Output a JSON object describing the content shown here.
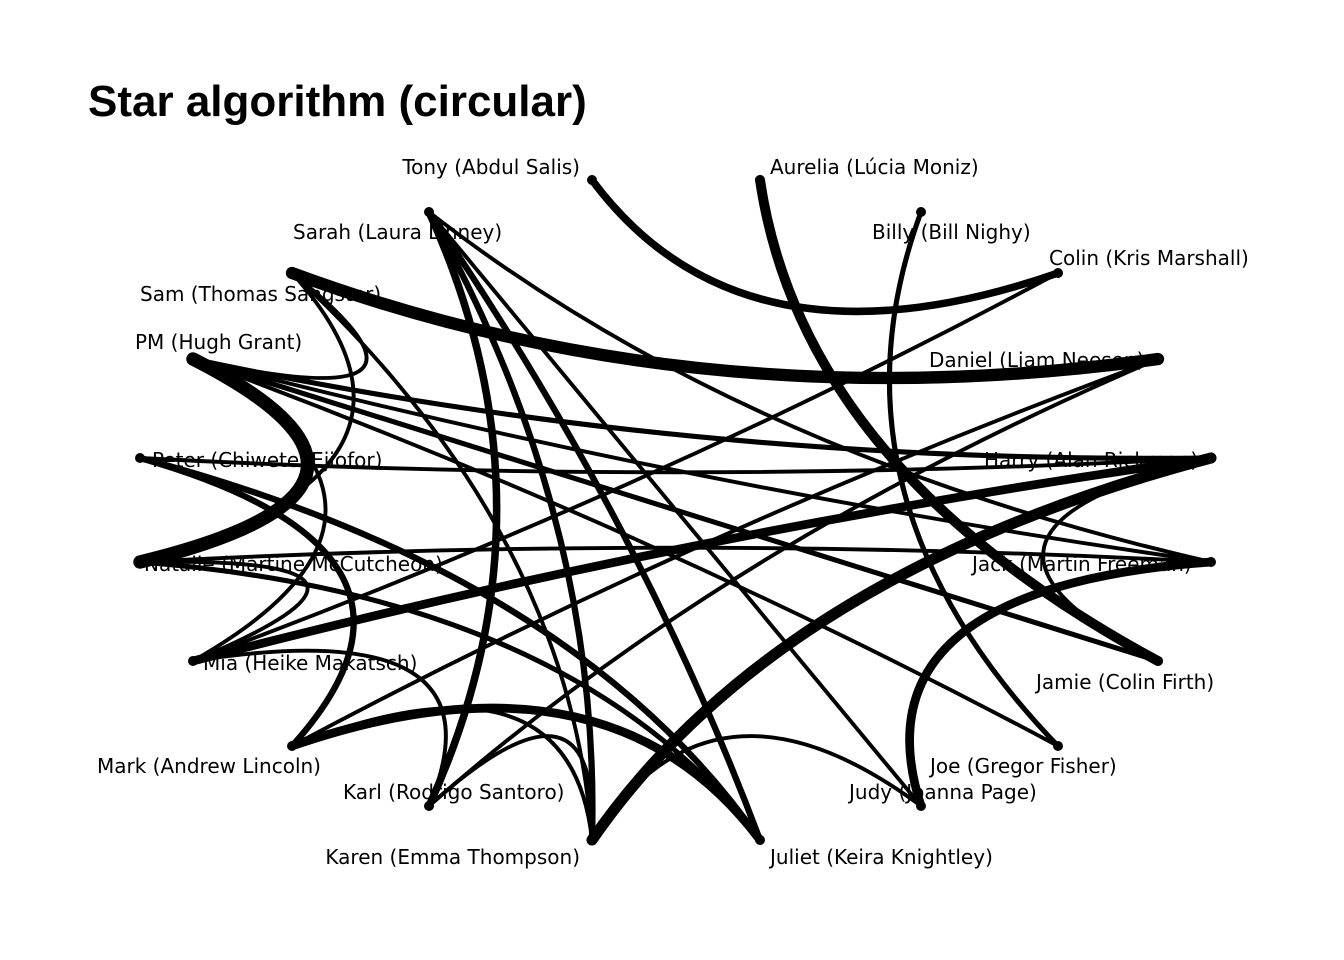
{
  "title": "Star algorithm (circular)",
  "colors": {
    "edge": "#000000",
    "node": "#000000",
    "background": "#ffffff"
  },
  "nodes": [
    {
      "id": "tony",
      "label": "Tony (Abdul Salis)"
    },
    {
      "id": "aurelia",
      "label": "Aurelia (Lúcia Moniz)"
    },
    {
      "id": "billy",
      "label": "Billy (Bill Nighy)"
    },
    {
      "id": "colin",
      "label": "Colin (Kris Marshall)"
    },
    {
      "id": "daniel",
      "label": "Daniel (Liam Neeson)"
    },
    {
      "id": "harry",
      "label": "Harry (Alan Rickman)"
    },
    {
      "id": "jack",
      "label": "Jack (Martin Freeman)"
    },
    {
      "id": "jamie",
      "label": "Jamie (Colin Firth)"
    },
    {
      "id": "joe",
      "label": "Joe (Gregor Fisher)"
    },
    {
      "id": "judy",
      "label": "Judy (Joanna Page)"
    },
    {
      "id": "juliet",
      "label": "Juliet (Keira Knightley)"
    },
    {
      "id": "karen",
      "label": "Karen (Emma Thompson)"
    },
    {
      "id": "karl",
      "label": "Karl (Rodrigo Santoro)"
    },
    {
      "id": "mark",
      "label": "Mark (Andrew Lincoln)"
    },
    {
      "id": "mia",
      "label": "Mia (Heike Makatsch)"
    },
    {
      "id": "natalie",
      "label": "Natalie (Martine McCutcheon)"
    },
    {
      "id": "peter",
      "label": "Peter (Chiwetel Ejiofor)"
    },
    {
      "id": "pm",
      "label": "PM (Hugh Grant)"
    },
    {
      "id": "sam",
      "label": "Sam (Thomas Sangster)"
    },
    {
      "id": "sarah",
      "label": "Sarah (Laura Linney)"
    }
  ],
  "edges": [
    {
      "source": "sam",
      "target": "daniel",
      "weight": 9
    },
    {
      "source": "pm",
      "target": "natalie",
      "weight": 10
    },
    {
      "source": "aurelia",
      "target": "jamie",
      "weight": 7
    },
    {
      "source": "harry",
      "target": "karen",
      "weight": 8
    },
    {
      "source": "harry",
      "target": "mia",
      "weight": 6
    },
    {
      "source": "tony",
      "target": "colin",
      "weight": 5
    },
    {
      "source": "sarah",
      "target": "juliet",
      "weight": 4
    },
    {
      "source": "sarah",
      "target": "karen",
      "weight": 4
    },
    {
      "source": "sarah",
      "target": "karl",
      "weight": 5
    },
    {
      "source": "billy",
      "target": "joe",
      "weight": 3
    },
    {
      "source": "jack",
      "target": "judy",
      "weight": 6
    },
    {
      "source": "mark",
      "target": "juliet",
      "weight": 6
    },
    {
      "source": "peter",
      "target": "juliet",
      "weight": 4
    },
    {
      "source": "peter",
      "target": "mark",
      "weight": 4
    },
    {
      "source": "pm",
      "target": "harry",
      "weight": 3
    },
    {
      "source": "pm",
      "target": "jamie",
      "weight": 3
    },
    {
      "source": "pm",
      "target": "jack",
      "weight": 2
    },
    {
      "source": "pm",
      "target": "mia",
      "weight": 2
    },
    {
      "source": "pm",
      "target": "sam",
      "weight": 2
    },
    {
      "source": "pm",
      "target": "joe",
      "weight": 2
    },
    {
      "source": "colin",
      "target": "mia",
      "weight": 2
    },
    {
      "source": "daniel",
      "target": "karl",
      "weight": 2
    },
    {
      "source": "daniel",
      "target": "mark",
      "weight": 2
    },
    {
      "source": "sam",
      "target": "natalie",
      "weight": 2
    },
    {
      "source": "sam",
      "target": "karen",
      "weight": 2
    },
    {
      "source": "sarah",
      "target": "judy",
      "weight": 2
    },
    {
      "source": "sarah",
      "target": "jack",
      "weight": 2
    },
    {
      "source": "harry",
      "target": "jamie",
      "weight": 2
    },
    {
      "source": "juliet",
      "target": "natalie",
      "weight": 3
    },
    {
      "source": "natalie",
      "target": "mia",
      "weight": 2
    },
    {
      "source": "natalie",
      "target": "jack",
      "weight": 2
    },
    {
      "source": "mia",
      "target": "karl",
      "weight": 2
    },
    {
      "source": "karen",
      "target": "karl",
      "weight": 2
    },
    {
      "source": "karen",
      "target": "judy",
      "weight": 2
    },
    {
      "source": "karen",
      "target": "mark",
      "weight": 2
    },
    {
      "source": "peter",
      "target": "harry",
      "weight": 2
    }
  ]
}
